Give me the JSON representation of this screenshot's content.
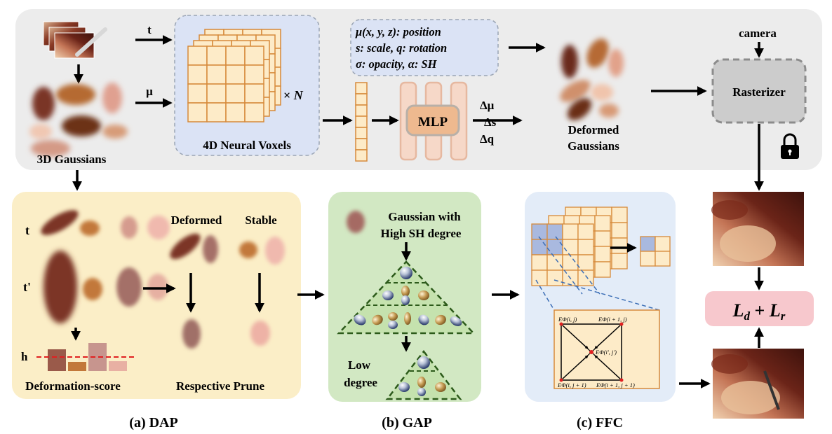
{
  "inputs": {
    "t": "t",
    "mu": "μ",
    "gaussians_3d": "3D Gaussians",
    "camera": "camera"
  },
  "voxels": {
    "label": "4D Neural Voxels",
    "times": "× ",
    "n": "N"
  },
  "attributes": {
    "line1": "μ(x, y, z): position",
    "line2": "s: scale, q: rotation",
    "line3": "σ: opacity, α: SH"
  },
  "mlp": {
    "label": "MLP",
    "out1": "Δμ",
    "out2": "Δs",
    "out3": "Δq"
  },
  "deformed": {
    "line1": "Deformed",
    "line2": "Gaussians"
  },
  "rasterizer": {
    "label": "Rasterizer"
  },
  "loss": {
    "text": "L_d + L_r"
  },
  "dap": {
    "t": "t",
    "t_prime": "t'",
    "h": "h",
    "deformed": "Deformed",
    "stable": "Stable",
    "score": "Deformation-score",
    "prune": "Respective Prune",
    "caption": "(a) DAP"
  },
  "gap": {
    "line1": "Gaussian with",
    "line2": "High SH degree",
    "low1": "Low",
    "low2": "degree",
    "caption": "(b) GAP"
  },
  "ffc": {
    "e1": "EΦ(i, j)",
    "e2": "EΦ(i + 1, j)",
    "e3": "EΦ(i', j')",
    "e4": "EΦ(i, j + 1)",
    "e5": "EΦ(i + 1, j + 1)",
    "caption": "(c) FFC"
  },
  "colors": {
    "top_panel": "#ececec",
    "voxel_panel": "#dbe3f5",
    "dap_panel": "#fbeec7",
    "gap_panel": "#d2e8c3",
    "ffc_panel": "#e3ecf8",
    "cell": "#fdebc8",
    "cell_stroke": "#d68a3b",
    "loss": "#f7c8cd",
    "gaussian": "#b06a4a",
    "red": "#e02020"
  }
}
